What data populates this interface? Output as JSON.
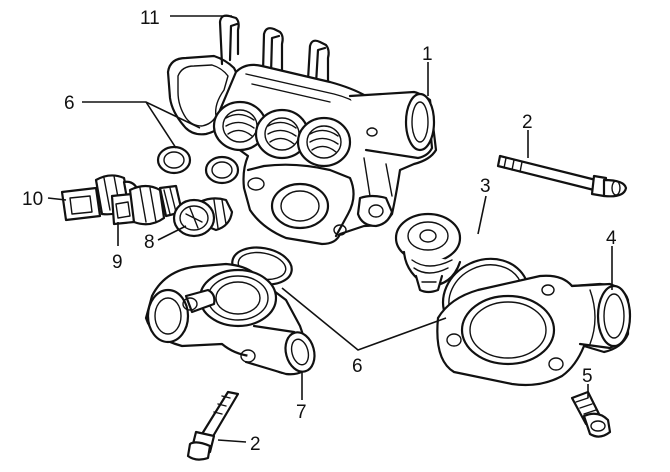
{
  "callouts": [
    {
      "id": "c11",
      "label": "11"
    },
    {
      "id": "c1",
      "label": "1"
    },
    {
      "id": "c6a",
      "label": "6"
    },
    {
      "id": "c2a",
      "label": "2"
    },
    {
      "id": "c3",
      "label": "3"
    },
    {
      "id": "c10",
      "label": "10"
    },
    {
      "id": "c9",
      "label": "9"
    },
    {
      "id": "c8",
      "label": "8"
    },
    {
      "id": "c4",
      "label": "4"
    },
    {
      "id": "c6b",
      "label": "6"
    },
    {
      "id": "c5",
      "label": "5"
    },
    {
      "id": "c7",
      "label": "7"
    },
    {
      "id": "c2b",
      "label": "2"
    }
  ]
}
